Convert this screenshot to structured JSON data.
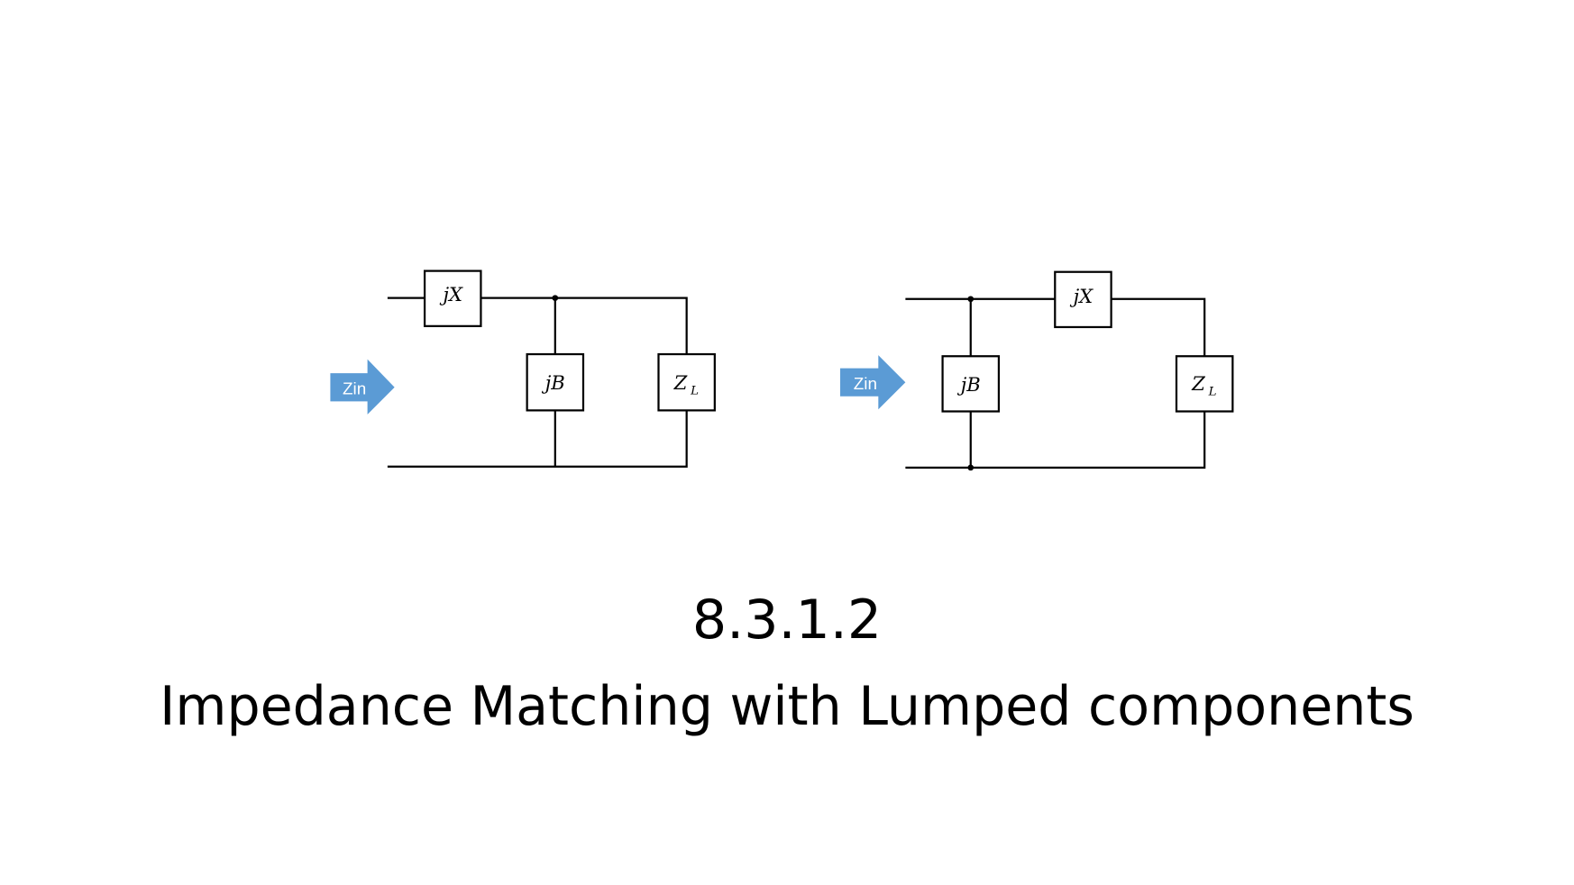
{
  "diagram": {
    "left_circuit": {
      "series": "jX",
      "shunt": "jB",
      "load_main": "Z",
      "load_sub": "L",
      "input": "Zin"
    },
    "right_circuit": {
      "series": "jX",
      "shunt": "jB",
      "load_main": "Z",
      "load_sub": "L",
      "input": "Zin"
    },
    "arrow_color": "#5b9bd5"
  },
  "slide": {
    "section_number": "8.3.1.2",
    "title": "Impedance Matching with Lumped components"
  }
}
